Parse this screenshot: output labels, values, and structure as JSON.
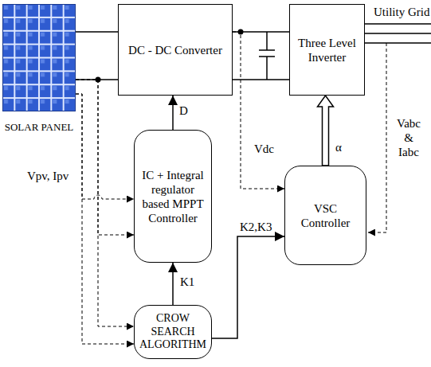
{
  "diagram": {
    "nodes": [
      {
        "text": [
          "SOLAR PANEL"
        ]
      },
      {
        "text": [
          "DC - DC Converter"
        ]
      },
      {
        "text": [
          "Three Level Inverter"
        ]
      },
      {
        "text": [
          "IC + Integral regulator based MPPT Controller"
        ]
      },
      {
        "text": [
          "VSC Controller"
        ]
      },
      {
        "text": [
          "CROW SEARCH ALGORITHM"
        ]
      }
    ],
    "edges": [
      {
        "from": 0,
        "to": 1,
        "arrow": "none"
      },
      {
        "from": 1,
        "to": 2,
        "arrow": "none"
      },
      {
        "from": 3,
        "to": 1,
        "arrow": "to",
        "label": "D"
      },
      {
        "from": 4,
        "to": 2,
        "arrow": "to",
        "label": "α"
      },
      {
        "from": 5,
        "to": 3,
        "arrow": "to",
        "label": "K1"
      },
      {
        "from": 5,
        "to": 4,
        "arrow": "to",
        "label": "K2,K3"
      },
      {
        "from": 1,
        "to": 4,
        "arrow": "to",
        "label": "Vdc"
      },
      {
        "from": 0,
        "to": 3,
        "arrow": "to"
      },
      {
        "from": 0,
        "to": 3,
        "arrow": "to"
      },
      {
        "from": 0,
        "to": 5,
        "arrow": "to"
      },
      {
        "from": 0,
        "to": 5,
        "arrow": "to"
      }
    ],
    "labels": [
      "Vpv, Ipv",
      "Utility Grid",
      "Vabc & Iabc"
    ]
  }
}
